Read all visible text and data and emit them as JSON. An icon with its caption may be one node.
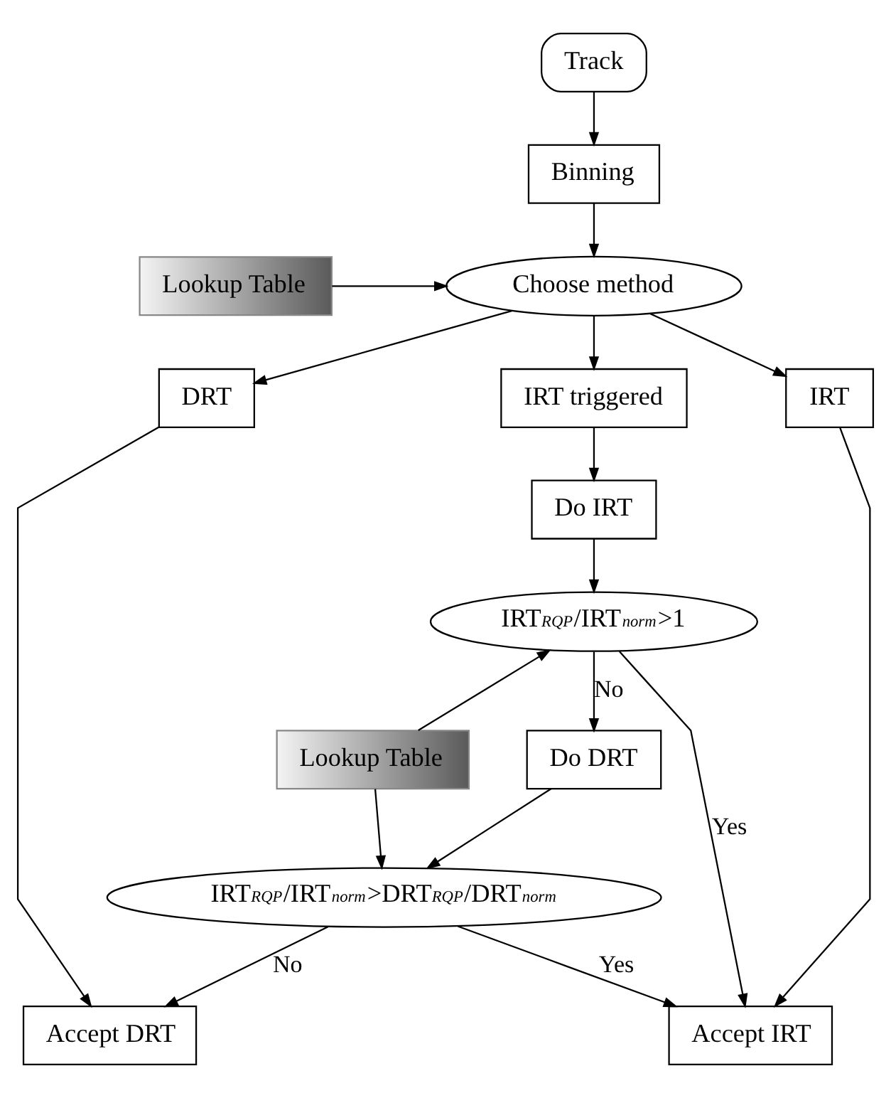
{
  "diagram": {
    "nodes": [
      {
        "text": [
          "Track"
        ]
      },
      {
        "text": [
          "Binning"
        ]
      },
      {
        "text": [
          "Lookup Table"
        ]
      },
      {
        "text": [
          "Choose method"
        ]
      },
      {
        "text": [
          "DRT"
        ]
      },
      {
        "text": [
          "IRT triggered"
        ]
      },
      {
        "text": [
          "IRT"
        ]
      },
      {
        "text": [
          "Do IRT"
        ]
      },
      {
        "text": [
          "IRT$_{RQP}$/IRT$_{norm}$>1"
        ]
      },
      {
        "text": [
          "Lookup Table"
        ]
      },
      {
        "text": [
          "Do DRT"
        ]
      },
      {
        "text": [
          "IRT$_{RQP}$/IRT$_{norm}$>DRT$_{RQP}$/DRT$_{norm}$"
        ]
      },
      {
        "text": [
          "Accept DRT"
        ]
      },
      {
        "text": [
          "Accept IRT"
        ]
      }
    ],
    "edges": [
      {
        "from": 0,
        "to": 1,
        "arrow": "to"
      },
      {
        "from": 1,
        "to": 3,
        "arrow": "to"
      },
      {
        "from": 2,
        "to": 3,
        "arrow": "to"
      },
      {
        "from": 3,
        "to": 4,
        "arrow": "to"
      },
      {
        "from": 3,
        "to": 5,
        "arrow": "to"
      },
      {
        "from": 3,
        "to": 6,
        "arrow": "to"
      },
      {
        "from": 5,
        "to": 7,
        "arrow": "to"
      },
      {
        "from": 7,
        "to": 8,
        "arrow": "to"
      },
      {
        "from": 9,
        "to": 8,
        "arrow": "to"
      },
      {
        "from": 8,
        "to": 10,
        "label": "No",
        "arrow": "to"
      },
      {
        "from": 10,
        "to": 11,
        "arrow": "to"
      },
      {
        "from": 9,
        "to": 11,
        "arrow": "to"
      },
      {
        "from": 4,
        "to": 12,
        "arrow": "to"
      },
      {
        "from": 6,
        "to": 13,
        "arrow": "to"
      },
      {
        "from": 8,
        "to": 13,
        "label": "Yes",
        "arrow": "to"
      },
      {
        "from": 11,
        "to": 13,
        "label": "Yes",
        "arrow": "to"
      },
      {
        "from": 11,
        "to": 12,
        "label": "No",
        "arrow": "to"
      }
    ]
  }
}
